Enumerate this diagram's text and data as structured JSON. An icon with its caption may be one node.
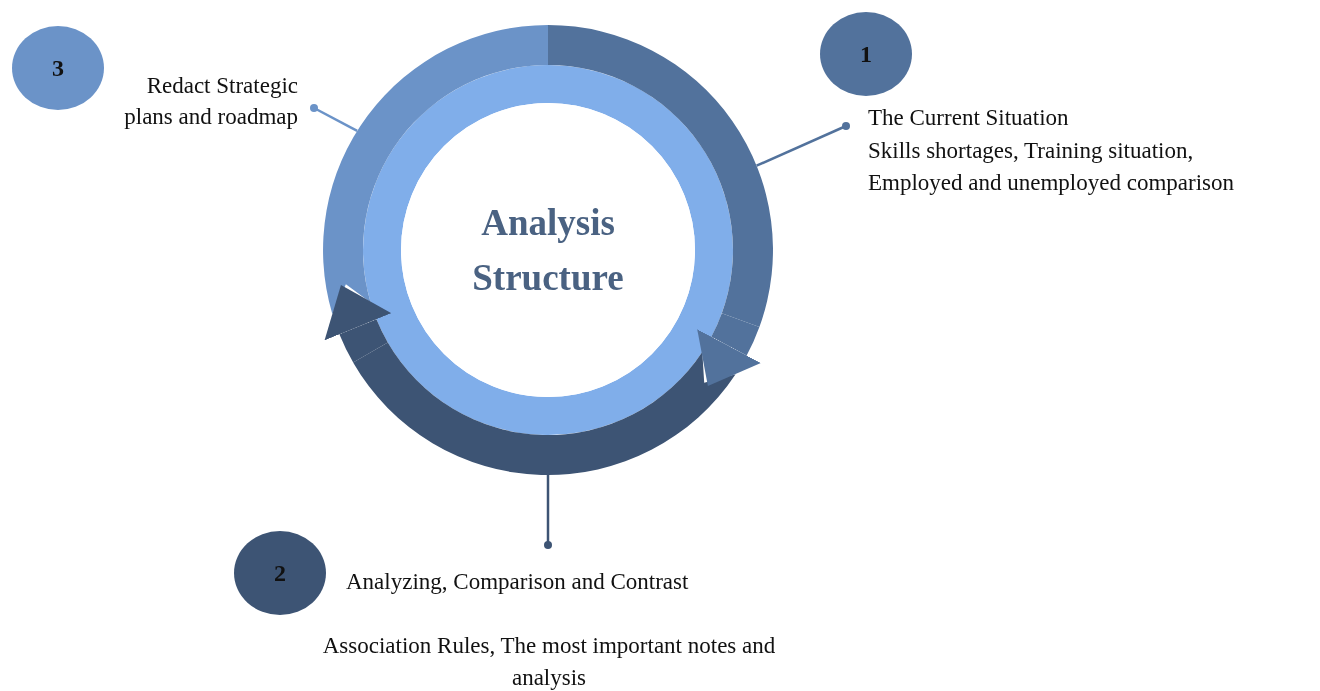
{
  "diagram": {
    "nodes": [
      {
        "text": [
          "Analysis Structure"
        ]
      },
      {
        "text": [],
        "shape": "arc"
      },
      {
        "text": [],
        "shape": "arc"
      },
      {
        "text": [],
        "shape": "arc"
      },
      {
        "text": [
          "1"
        ]
      },
      {
        "text": [
          "The Current Situation",
          "Skills shortages, Training situation, Employed and unemployed comparison"
        ]
      },
      {
        "text": [
          "2"
        ]
      },
      {
        "text": [
          "Analyzing, Comparison and Contrast",
          "Association Rules, The most important notes and analysis"
        ]
      },
      {
        "text": [
          "3"
        ]
      },
      {
        "text": [
          "Redact Strategic plans and roadmap"
        ]
      }
    ],
    "edges": [
      {
        "from": 5,
        "to": 1,
        "arrow": "other"
      },
      {
        "from": 7,
        "to": 2,
        "arrow": "other"
      },
      {
        "from": 9,
        "to": 3,
        "arrow": "other"
      },
      {
        "from": 1,
        "to": 2,
        "arrow": "to",
        "style": "thick"
      },
      {
        "from": 2,
        "to": 3,
        "arrow": "to",
        "style": "thick"
      }
    ]
  }
}
